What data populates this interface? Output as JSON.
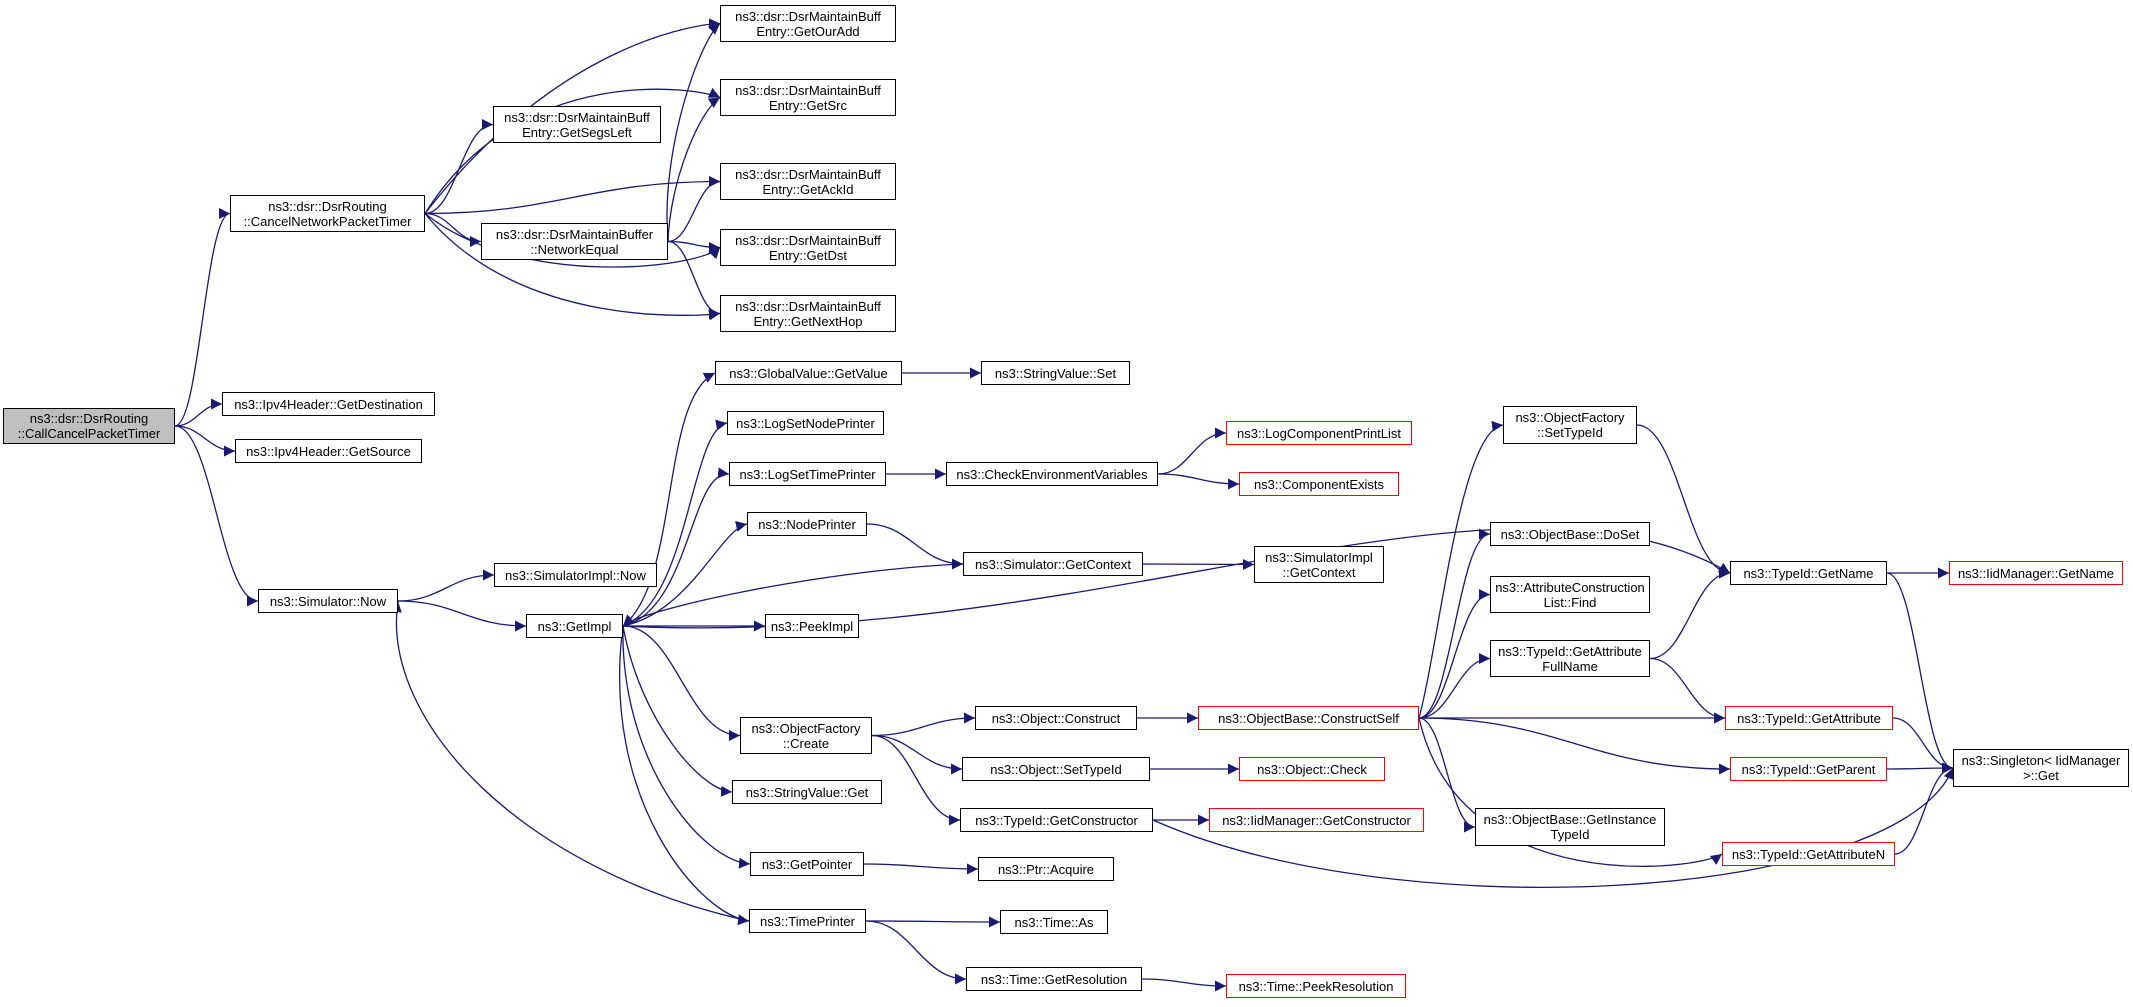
{
  "diagram": {
    "edge_color": "#191970",
    "node_border_color": "#000000",
    "external_border_color": "#ff0000",
    "root_fill_color": "#bfbfbf",
    "nodes": [
      {
        "id": "root",
        "lines": [
          "ns3::dsr::DsrRouting",
          "::CallCancelPacketTimer"
        ],
        "style": "root"
      },
      {
        "id": "cancelNet",
        "lines": [
          "ns3::dsr::DsrRouting",
          "::CancelNetworkPacketTimer"
        ],
        "style": "normal"
      },
      {
        "id": "getOurAdd",
        "lines": [
          "ns3::dsr::DsrMaintainBuff",
          "Entry::GetOurAdd"
        ],
        "style": "normal"
      },
      {
        "id": "getSrc",
        "lines": [
          "ns3::dsr::DsrMaintainBuff",
          "Entry::GetSrc"
        ],
        "style": "normal"
      },
      {
        "id": "getSegsLeft",
        "lines": [
          "ns3::dsr::DsrMaintainBuff",
          "Entry::GetSegsLeft"
        ],
        "style": "normal"
      },
      {
        "id": "getAckId",
        "lines": [
          "ns3::dsr::DsrMaintainBuff",
          "Entry::GetAckId"
        ],
        "style": "normal"
      },
      {
        "id": "networkEqual",
        "lines": [
          "ns3::dsr::DsrMaintainBuffer",
          "::NetworkEqual"
        ],
        "style": "normal"
      },
      {
        "id": "getDst",
        "lines": [
          "ns3::dsr::DsrMaintainBuff",
          "Entry::GetDst"
        ],
        "style": "normal"
      },
      {
        "id": "getNextHop",
        "lines": [
          "ns3::dsr::DsrMaintainBuff",
          "Entry::GetNextHop"
        ],
        "style": "normal"
      },
      {
        "id": "ipv4Dest",
        "lines": [
          "ns3::Ipv4Header::GetDestination"
        ],
        "style": "normal"
      },
      {
        "id": "ipv4Src",
        "lines": [
          "ns3::Ipv4Header::GetSource"
        ],
        "style": "normal"
      },
      {
        "id": "simNow",
        "lines": [
          "ns3::Simulator::Now"
        ],
        "style": "normal"
      },
      {
        "id": "simImplNow",
        "lines": [
          "ns3::SimulatorImpl::Now"
        ],
        "style": "normal"
      },
      {
        "id": "getImpl",
        "lines": [
          "ns3::GetImpl"
        ],
        "style": "normal"
      },
      {
        "id": "globalGetValue",
        "lines": [
          "ns3::GlobalValue::GetValue"
        ],
        "style": "normal"
      },
      {
        "id": "strValSet",
        "lines": [
          "ns3::StringValue::Set"
        ],
        "style": "normal"
      },
      {
        "id": "logSetNodePrinter",
        "lines": [
          "ns3::LogSetNodePrinter"
        ],
        "style": "normal"
      },
      {
        "id": "logSetTimePrinter",
        "lines": [
          "ns3::LogSetTimePrinter"
        ],
        "style": "normal"
      },
      {
        "id": "checkEnv",
        "lines": [
          "ns3::CheckEnvironmentVariables"
        ],
        "style": "normal"
      },
      {
        "id": "logCompPrint",
        "lines": [
          "ns3::LogComponentPrintList"
        ],
        "style": "external"
      },
      {
        "id": "compExists",
        "lines": [
          "ns3::ComponentExists"
        ],
        "style": "external"
      },
      {
        "id": "nodePrinter",
        "lines": [
          "ns3::NodePrinter"
        ],
        "style": "normal"
      },
      {
        "id": "simGetContext",
        "lines": [
          "ns3::Simulator::GetContext"
        ],
        "style": "normal"
      },
      {
        "id": "simImplGetContext",
        "lines": [
          "ns3::SimulatorImpl",
          "::GetContext"
        ],
        "style": "normal"
      },
      {
        "id": "peekImpl",
        "lines": [
          "ns3::PeekImpl"
        ],
        "style": "normal"
      },
      {
        "id": "objFactCreate",
        "lines": [
          "ns3::ObjectFactory",
          "::Create"
        ],
        "style": "normal"
      },
      {
        "id": "strValGet",
        "lines": [
          "ns3::StringValue::Get"
        ],
        "style": "normal"
      },
      {
        "id": "getPointer",
        "lines": [
          "ns3::GetPointer"
        ],
        "style": "normal"
      },
      {
        "id": "timePrinter",
        "lines": [
          "ns3::TimePrinter"
        ],
        "style": "normal"
      },
      {
        "id": "objConstruct",
        "lines": [
          "ns3::Object::Construct"
        ],
        "style": "normal"
      },
      {
        "id": "objSetTypeId",
        "lines": [
          "ns3::Object::SetTypeId"
        ],
        "style": "normal"
      },
      {
        "id": "typeIdGetConstructor",
        "lines": [
          "ns3::TypeId::GetConstructor"
        ],
        "style": "normal"
      },
      {
        "id": "ptrAcquire",
        "lines": [
          "ns3::Ptr::Acquire"
        ],
        "style": "normal"
      },
      {
        "id": "timeAs",
        "lines": [
          "ns3::Time::As"
        ],
        "style": "normal"
      },
      {
        "id": "timeGetRes",
        "lines": [
          "ns3::Time::GetResolution"
        ],
        "style": "normal"
      },
      {
        "id": "timePeekRes",
        "lines": [
          "ns3::Time::PeekResolution"
        ],
        "style": "external"
      },
      {
        "id": "objBaseConstructSelf",
        "lines": [
          "ns3::ObjectBase::ConstructSelf"
        ],
        "style": "external"
      },
      {
        "id": "objCheck",
        "lines": [
          "ns3::Object::Check"
        ],
        "style": "external"
      },
      {
        "id": "iidMgrGetConstructor",
        "lines": [
          "ns3::IidManager::GetConstructor"
        ],
        "style": "external"
      },
      {
        "id": "objFactSetTypeId",
        "lines": [
          "ns3::ObjectFactory",
          "::SetTypeId"
        ],
        "style": "normal"
      },
      {
        "id": "objBaseDoSet",
        "lines": [
          "ns3::ObjectBase::DoSet"
        ],
        "style": "normal"
      },
      {
        "id": "attrConstrFind",
        "lines": [
          "ns3::AttributeConstruction",
          "List::Find"
        ],
        "style": "normal"
      },
      {
        "id": "typeIdGetAttrFullName",
        "lines": [
          "ns3::TypeId::GetAttribute",
          "FullName"
        ],
        "style": "normal"
      },
      {
        "id": "objBaseGetInstTypeId",
        "lines": [
          "ns3::ObjectBase::GetInstance",
          "TypeId"
        ],
        "style": "normal"
      },
      {
        "id": "typeIdGetName",
        "lines": [
          "ns3::TypeId::GetName"
        ],
        "style": "normal"
      },
      {
        "id": "iidMgrGetName",
        "lines": [
          "ns3::IidManager::GetName"
        ],
        "style": "external"
      },
      {
        "id": "typeIdGetAttribute",
        "lines": [
          "ns3::TypeId::GetAttribute"
        ],
        "style": "external"
      },
      {
        "id": "typeIdGetParent",
        "lines": [
          "ns3::TypeId::GetParent"
        ],
        "style": "external"
      },
      {
        "id": "typeIdGetAttributeN",
        "lines": [
          "ns3::TypeId::GetAttributeN"
        ],
        "style": "external"
      },
      {
        "id": "singletonGet",
        "lines": [
          "ns3::Singleton< IidManager",
          " >::Get"
        ],
        "style": "normal"
      }
    ],
    "edges": [
      [
        "root",
        "cancelNet"
      ],
      [
        "root",
        "ipv4Dest"
      ],
      [
        "root",
        "ipv4Src"
      ],
      [
        "root",
        "simNow"
      ],
      [
        "cancelNet",
        "getOurAdd"
      ],
      [
        "cancelNet",
        "getSrc"
      ],
      [
        "cancelNet",
        "getSegsLeft"
      ],
      [
        "cancelNet",
        "getAckId"
      ],
      [
        "cancelNet",
        "networkEqual"
      ],
      [
        "cancelNet",
        "getDst"
      ],
      [
        "cancelNet",
        "getNextHop"
      ],
      [
        "networkEqual",
        "getOurAdd"
      ],
      [
        "networkEqual",
        "getSrc"
      ],
      [
        "networkEqual",
        "getAckId"
      ],
      [
        "networkEqual",
        "getDst"
      ],
      [
        "networkEqual",
        "getNextHop"
      ],
      [
        "simNow",
        "simImplNow"
      ],
      [
        "simNow",
        "getImpl"
      ],
      [
        "getImpl",
        "globalGetValue"
      ],
      [
        "getImpl",
        "logSetNodePrinter"
      ],
      [
        "getImpl",
        "logSetTimePrinter"
      ],
      [
        "getImpl",
        "nodePrinter"
      ],
      [
        "getImpl",
        "peekImpl"
      ],
      [
        "getImpl",
        "objFactCreate"
      ],
      [
        "getImpl",
        "strValGet"
      ],
      [
        "getImpl",
        "getPointer"
      ],
      [
        "getImpl",
        "timePrinter"
      ],
      [
        "getImpl",
        "typeIdGetName"
      ],
      [
        "globalGetValue",
        "strValSet"
      ],
      [
        "logSetTimePrinter",
        "checkEnv"
      ],
      [
        "checkEnv",
        "logCompPrint"
      ],
      [
        "checkEnv",
        "compExists"
      ],
      [
        "nodePrinter",
        "simGetContext"
      ],
      [
        "simGetContext",
        "getImpl"
      ],
      [
        "simGetContext",
        "simImplGetContext"
      ],
      [
        "timePrinter",
        "simNow"
      ],
      [
        "timePrinter",
        "timeAs"
      ],
      [
        "timePrinter",
        "timeGetRes"
      ],
      [
        "timeGetRes",
        "timePeekRes"
      ],
      [
        "getPointer",
        "ptrAcquire"
      ],
      [
        "objFactCreate",
        "objConstruct"
      ],
      [
        "objFactCreate",
        "objSetTypeId"
      ],
      [
        "objFactCreate",
        "typeIdGetConstructor"
      ],
      [
        "objConstruct",
        "objBaseConstructSelf"
      ],
      [
        "objSetTypeId",
        "objCheck"
      ],
      [
        "typeIdGetConstructor",
        "iidMgrGetConstructor"
      ],
      [
        "typeIdGetConstructor",
        "singletonGet"
      ],
      [
        "objBaseConstructSelf",
        "objFactSetTypeId"
      ],
      [
        "objBaseConstructSelf",
        "objBaseDoSet"
      ],
      [
        "objBaseConstructSelf",
        "attrConstrFind"
      ],
      [
        "objBaseConstructSelf",
        "typeIdGetAttrFullName"
      ],
      [
        "objBaseConstructSelf",
        "typeIdGetAttribute"
      ],
      [
        "objBaseConstructSelf",
        "typeIdGetParent"
      ],
      [
        "objBaseConstructSelf",
        "objBaseGetInstTypeId"
      ],
      [
        "objBaseConstructSelf",
        "typeIdGetAttributeN"
      ],
      [
        "objFactSetTypeId",
        "typeIdGetName"
      ],
      [
        "typeIdGetAttrFullName",
        "typeIdGetName"
      ],
      [
        "typeIdGetAttrFullName",
        "typeIdGetAttribute"
      ],
      [
        "typeIdGetName",
        "iidMgrGetName"
      ],
      [
        "typeIdGetName",
        "singletonGet"
      ],
      [
        "typeIdGetAttribute",
        "singletonGet"
      ],
      [
        "typeIdGetParent",
        "singletonGet"
      ],
      [
        "typeIdGetAttributeN",
        "singletonGet"
      ]
    ]
  }
}
